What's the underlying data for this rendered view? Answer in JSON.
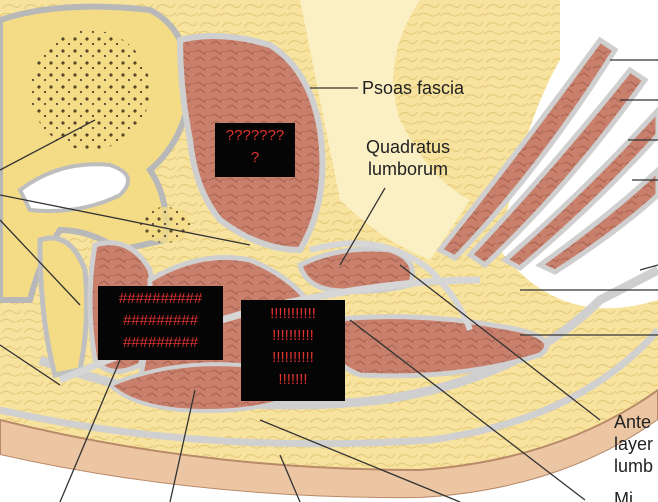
{
  "labels": {
    "psoas_fascia": "Psoas fascia",
    "quadratus_lumborum": "Quadratus\nlumborum",
    "anterior_layer": "Ante\nlayer\nlumb",
    "middle_layer_partial": "Mi"
  },
  "redactions": {
    "psoas_box": "???????\n?",
    "left_box": "##########\n#########\n#########",
    "middle_box": "!!!!!!!!!!!\n!!!!!!!!!!\n!!!!!!!!!!\n!!!!!!!"
  },
  "colors": {
    "background": "#ffffff",
    "fat": "#f7e39e",
    "muscle": "#c8806c",
    "fascia": "#d9d9d9",
    "bone": "#f4dc86",
    "skin": "#ecc6a2",
    "mask": "#050505",
    "mask_text": "#e0322f"
  }
}
